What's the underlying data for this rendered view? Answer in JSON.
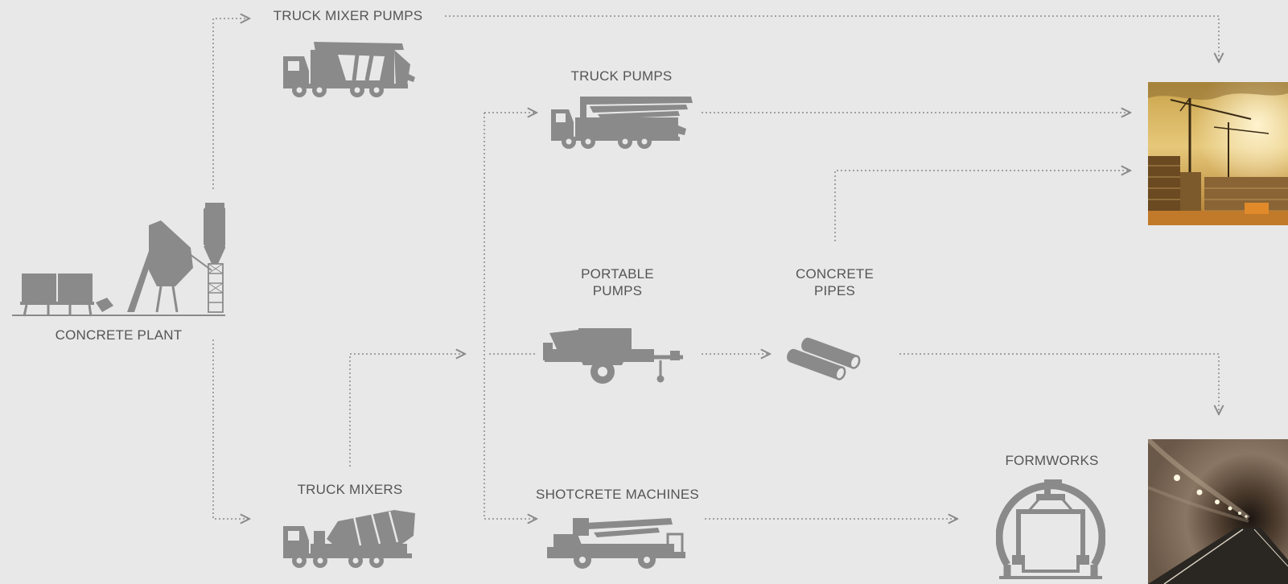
{
  "nodes": {
    "concrete_plant": "CONCRETE PLANT",
    "truck_mixer_pumps": "TRUCK MIXER PUMPS",
    "truck_pumps": "TRUCK PUMPS",
    "portable_pumps": [
      "PORTABLE",
      "PUMPS"
    ],
    "concrete_pipes": [
      "CONCRETE",
      "PIPES"
    ],
    "truck_mixers": "TRUCK MIXERS",
    "shotcrete_machines": "SHOTCRETE MACHINES",
    "formworks": "FORMWORKS"
  },
  "colors": {
    "background": "#e8e8e8",
    "icon": "#8a8a8a",
    "text": "#555555",
    "connector": "#8a8a8a"
  },
  "icons": [
    "concrete-plant-icon",
    "truck-mixer-pump-icon",
    "truck-pump-icon",
    "portable-pump-icon",
    "concrete-pipes-icon",
    "truck-mixer-icon",
    "shotcrete-machine-icon",
    "formwork-icon",
    "building-site-photo",
    "tunnel-photo"
  ]
}
